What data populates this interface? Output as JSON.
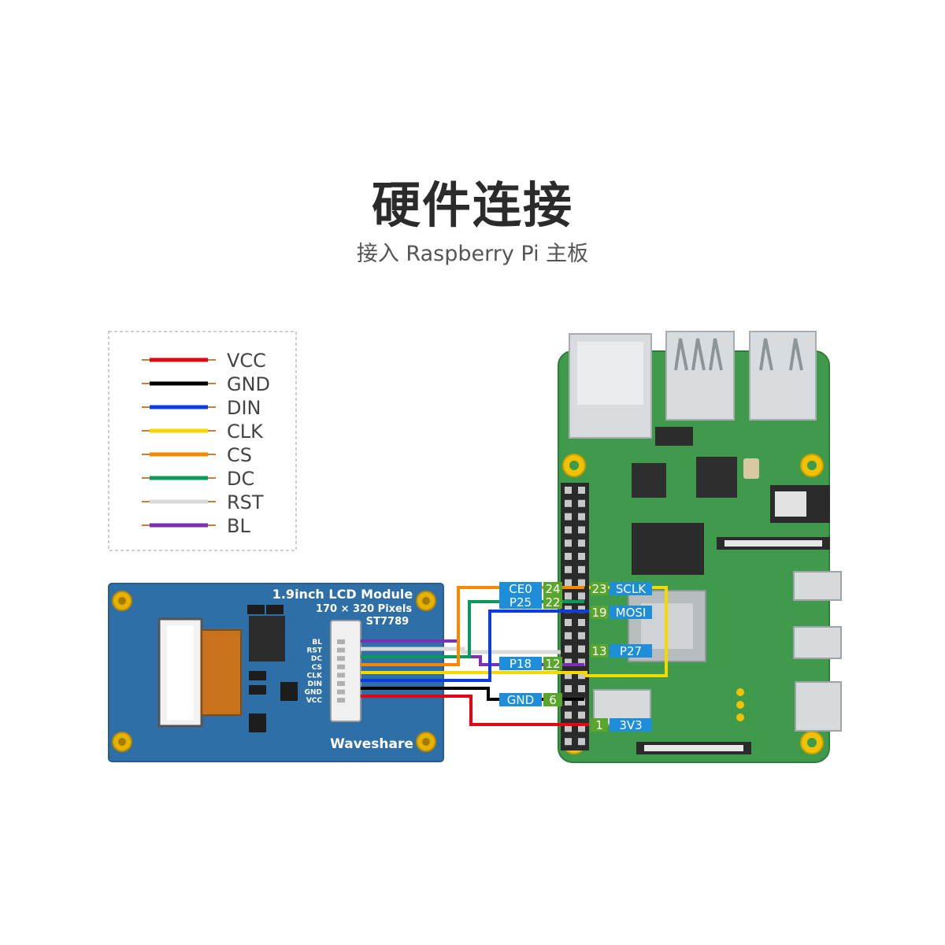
{
  "header": {
    "title": "硬件连接",
    "subtitle": "接入 Raspberry Pi 主板"
  },
  "legend": [
    {
      "label": "VCC",
      "color": "#e30613"
    },
    {
      "label": "GND",
      "color": "#000000"
    },
    {
      "label": "DIN",
      "color": "#0a3ee0"
    },
    {
      "label": "CLK",
      "color": "#f5d800"
    },
    {
      "label": "CS",
      "color": "#f58a00"
    },
    {
      "label": "DC",
      "color": "#0a9a5a"
    },
    {
      "label": "RST",
      "color": "#d9d9d9"
    },
    {
      "label": "BL",
      "color": "#7a2fb5"
    }
  ],
  "lcd_module": {
    "title": "1.9inch LCD Module",
    "resolution": "170 × 320 Pixels",
    "driver": "ST7789",
    "brand": "Waveshare",
    "pins": [
      "BL",
      "RST",
      "DC",
      "CS",
      "CLK",
      "DIN",
      "GND",
      "VCC"
    ],
    "board_color": "#2f6fa8"
  },
  "pi_pins": {
    "ce0": {
      "name": "CE0",
      "num": "24"
    },
    "p25": {
      "name": "P25",
      "num": "22"
    },
    "p18": {
      "name": "P18",
      "num": "12"
    },
    "gnd": {
      "name": "GND",
      "num": "6"
    },
    "sclk": {
      "name": "SCLK",
      "num": "23"
    },
    "mosi": {
      "name": "MOSI",
      "num": "19"
    },
    "p27": {
      "name": "P27",
      "num": "13"
    },
    "v3v3": {
      "name": "3V3",
      "num": "1"
    }
  },
  "colors": {
    "pi_board": "#3f9a4c",
    "pin_name_bg": "#1f8ed8",
    "pin_num_bg": "#5aa62c"
  }
}
